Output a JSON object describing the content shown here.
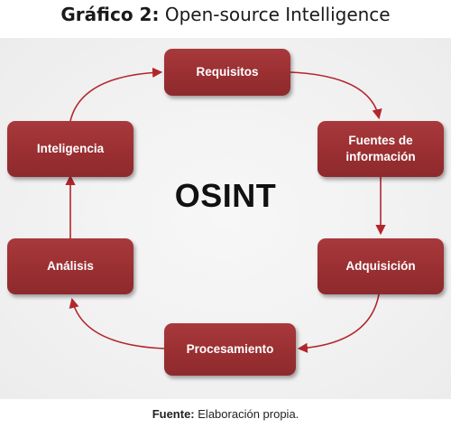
{
  "title": {
    "label": "Gráfico 2:",
    "text": "Open-source Intelligence"
  },
  "diagram": {
    "center": "OSINT",
    "nodes": [
      {
        "id": "requisitos",
        "lines": [
          "Requisitos"
        ]
      },
      {
        "id": "fuentes",
        "lines": [
          "Fuentes de",
          "información"
        ]
      },
      {
        "id": "adquisicion",
        "lines": [
          "Adquisición"
        ]
      },
      {
        "id": "procesamiento",
        "lines": [
          "Procesamiento"
        ]
      },
      {
        "id": "analisis",
        "lines": [
          "Análisis"
        ]
      },
      {
        "id": "inteligencia",
        "lines": [
          "Inteligencia"
        ]
      }
    ],
    "colors": {
      "node": "#9a2f32",
      "arrow": "#b3262b"
    }
  },
  "source": {
    "label": "Fuente:",
    "text": "Elaboración propia."
  }
}
